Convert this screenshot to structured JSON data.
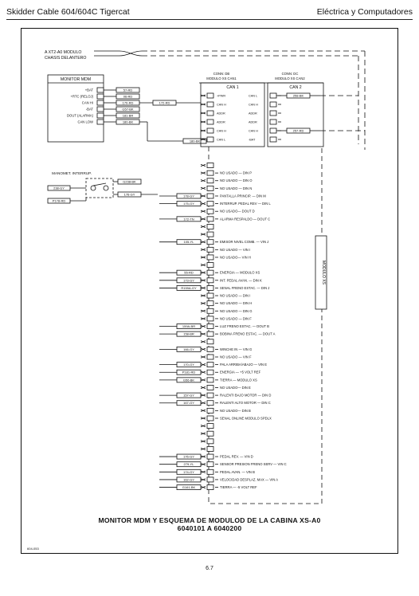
{
  "header": {
    "left": "Skidder Cable 604/604C Tigercat",
    "right": "Eléctrica y Computadores"
  },
  "harness_label": {
    "line1": "A XT2-A0 MODULO",
    "line2": "CHASIS DELANTERO"
  },
  "monitor": {
    "title": "MONITOR MDM",
    "pins": [
      {
        "label": "+BAT",
        "wire": "57-RD"
      },
      {
        "label": "+RTC (RELOJ)",
        "wire": "06-RD"
      },
      {
        "label": "CAN HI",
        "wire": "170-RD"
      },
      {
        "label": "-BAT",
        "wire": "G57-BK"
      },
      {
        "label": "DOUT (ALARMA)",
        "wire": "181-BR"
      },
      {
        "label": "CAN LOW",
        "wire": "180-BK"
      }
    ],
    "cross_wires": {
      "can_hi": "172-RD",
      "can_low": "180-BK"
    }
  },
  "connectors": {
    "db_label1": "CONN: DB",
    "db_label2": "MODULO XS CAN1",
    "dc_label1": "CONN: DC",
    "dc_label2": "MODULO XS CAN2",
    "can1": "CAN 1",
    "can2": "CAN 2",
    "pins": [
      {
        "left": "+PWR",
        "right": "CAN L"
      },
      {
        "left": "CAN H",
        "right": "CAN H"
      },
      {
        "left": "ADDR",
        "right": "ADDR"
      },
      {
        "left": "ADDR",
        "right": "ADDR"
      },
      {
        "left": "CAN H",
        "right": "CAN H"
      },
      {
        "left": "CAN L",
        "right": "-BAT"
      }
    ],
    "can2_wires": [
      "258-BK",
      "257-RD"
    ]
  },
  "sensor": {
    "title": "MANOMET. INTERRUP.",
    "wire_top": "G238-BK",
    "wire_right": "176-GY",
    "wire_left1": "238-GY",
    "wire_left2": "P178-RD"
  },
  "module_label": "MODULO XS",
  "rows": [
    {
      "wire": "",
      "label": ""
    },
    {
      "wire": "",
      "label": "NO USADO — DIN P"
    },
    {
      "wire": "",
      "label": "NO USADO — DIN O"
    },
    {
      "wire": "",
      "label": "NO USADO — DIN N"
    },
    {
      "wire": "178-GY",
      "label": "PANTALLA PRINCIP. — DIN M"
    },
    {
      "wire": "175-GY",
      "label": "INTERRUP. PEDAL REV — DIN L"
    },
    {
      "wire": "",
      "label": "NO USADO— DOUT D"
    },
    {
      "wire": "172-TN",
      "label": "ALARMA RESPALDO — DOUT C"
    },
    {
      "wire": "",
      "label": ""
    },
    {
      "wire": "",
      "label": ""
    },
    {
      "wire": "105-YL",
      "label": "EMISOR NIVEL COMB. — VIN J"
    },
    {
      "wire": "",
      "label": "NO USADO — VIN I"
    },
    {
      "wire": "",
      "label": "NO USADO— VIN H"
    },
    {
      "wire": "",
      "label": ""
    },
    {
      "wire": "55-RD",
      "label": "ENERGIA — MODULO XS"
    },
    {
      "wire": "173-GY",
      "label": "INT. PEDAL AVAN. — DIN K"
    },
    {
      "wire": "R159A-GY",
      "label": "SENAL FRENO ESTAC. — DIN J"
    },
    {
      "wire": "",
      "label": "NO USADO — DIN I"
    },
    {
      "wire": "",
      "label": "NO USADO — DIN H"
    },
    {
      "wire": "",
      "label": "NO USADO — DIN G"
    },
    {
      "wire": "",
      "label": "NO USADO — DIN F"
    },
    {
      "wire": "159A-BR",
      "label": "LUZ FRENO ESTAC. — DOUT B"
    },
    {
      "wire": "158-BR",
      "label": "BOBINA FRENO ESTAC. — DOUT A"
    },
    {
      "wire": "",
      "label": ""
    },
    {
      "wire": "166-GY",
      "label": "WINCHE IN — VIN G"
    },
    {
      "wire": "",
      "label": "NO USADO — VIN F"
    },
    {
      "wire": "170-GY",
      "label": "PALA ARRIBA/ABAJO — VIN E"
    },
    {
      "wire": "P181-RD",
      "label": "ENERGIA — +5 VOLT REF"
    },
    {
      "wire": "G56-BK",
      "label": "TIERRA — MODULO XS"
    },
    {
      "wire": "",
      "label": "NO USADO— DIN E"
    },
    {
      "wire": "157-GY",
      "label": "RALENTI BAJO MOTOR — DIN D"
    },
    {
      "wire": "167-GY",
      "label": "RALENTI ALTO MOTOR — DIN C"
    },
    {
      "wire": "",
      "label": "NO USADO— DIN B"
    },
    {
      "wire": "",
      "label": "SENAL ONLINE MODULO SPDLX"
    },
    {
      "wire": "",
      "label": ""
    },
    {
      "wire": "",
      "label": ""
    },
    {
      "wire": "",
      "label": ""
    },
    {
      "wire": "",
      "label": ""
    },
    {
      "wire": "176-GY",
      "label": "PEDAL REV. — VIN D"
    },
    {
      "wire": "279-YL",
      "label": "SENSOR PRESION FRENO SERV — VIN C"
    },
    {
      "wire": "174-GY",
      "label": "PEDAL AVAN. — VIN B"
    },
    {
      "wire": "162-GY",
      "label": "VELOCIDAD DESPLAZ. MAX — VIN A"
    },
    {
      "wire": "G161-BK",
      "label": "TIERRA — -5 VOLT REF"
    }
  ],
  "caption": {
    "line1": "MONITOR MDM Y ESQUEMA DE MODULOD DE LA CABINA XS-A0",
    "line2": "6040101 A 6040200"
  },
  "figure_number": "604-053",
  "page_number": "6.7"
}
